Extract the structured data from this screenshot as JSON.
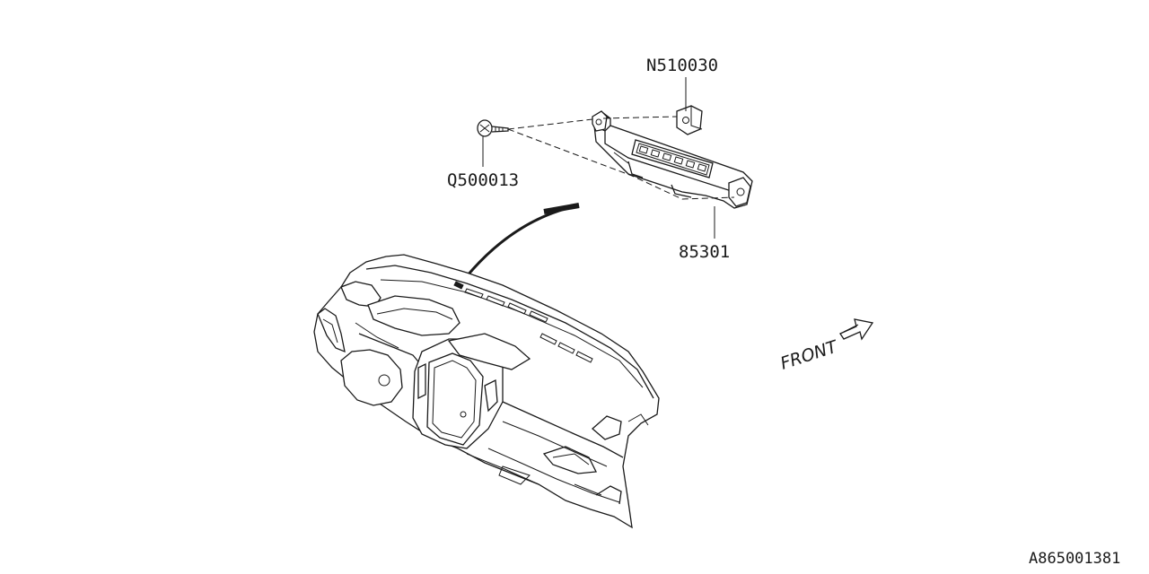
{
  "parts": {
    "nut": {
      "part_number": "N510030"
    },
    "screw": {
      "part_number": "Q500013"
    },
    "display": {
      "part_number": "85301"
    }
  },
  "direction": {
    "label": "FRONT"
  },
  "illustration": {
    "id": "A865001381"
  }
}
